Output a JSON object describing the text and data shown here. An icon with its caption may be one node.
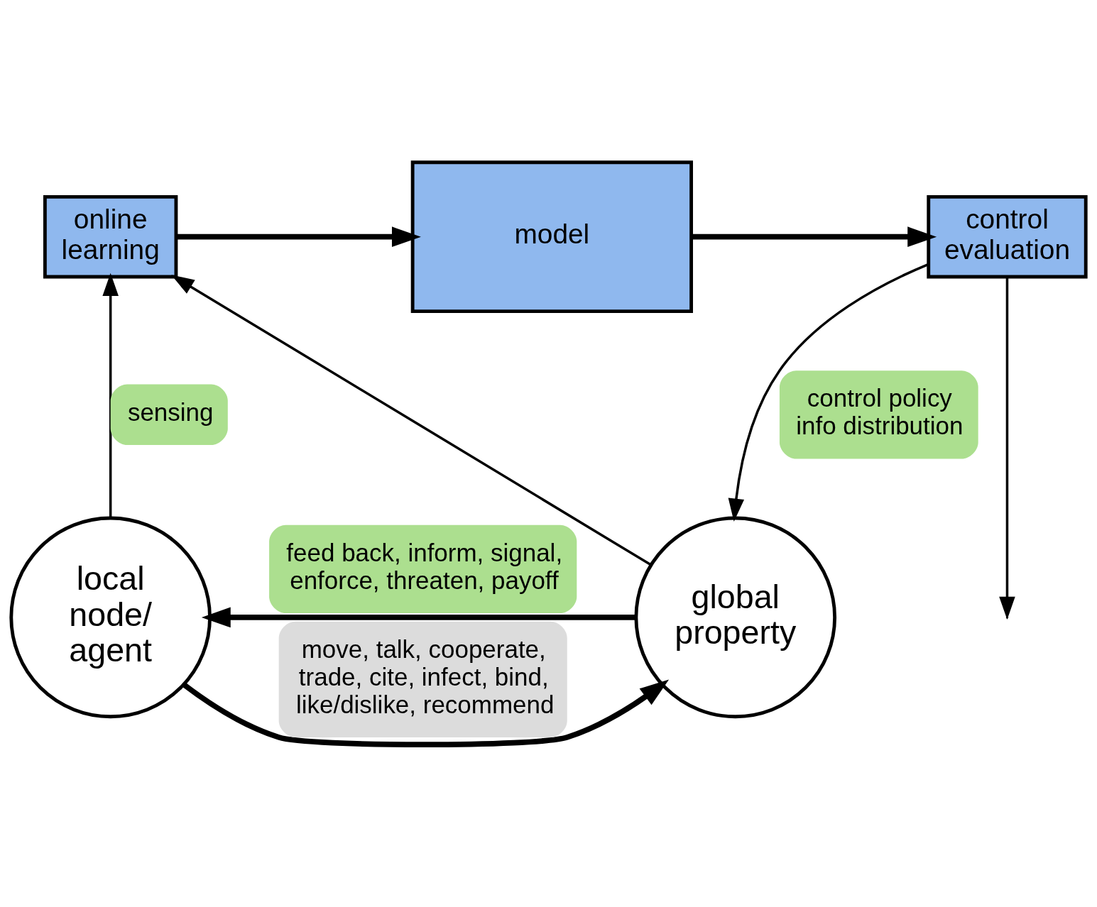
{
  "diagram": {
    "nodes": [
      {
        "text": [
          "online learning"
        ]
      },
      {
        "text": [
          "model"
        ]
      },
      {
        "text": [
          "control evaluation"
        ]
      },
      {
        "text": [
          "local node/ agent"
        ]
      },
      {
        "text": [
          "global property"
        ]
      }
    ],
    "edges": [
      {
        "from": 0,
        "to": 1,
        "arrow": "to",
        "style": "thick"
      },
      {
        "from": 1,
        "to": 2,
        "arrow": "to",
        "style": "thick"
      },
      {
        "from": 3,
        "to": 0,
        "arrow": "to",
        "label": "sensing"
      },
      {
        "from": 4,
        "to": 0,
        "arrow": "to"
      },
      {
        "from": 2,
        "to": 4,
        "arrow": "to",
        "label": "control policy info distribution"
      },
      {
        "from": 2,
        "to": null,
        "arrow": "to"
      },
      {
        "from": 3,
        "to": 4,
        "arrow": "to",
        "style": "thick",
        "label": "move, talk, cooperate, trade, cite, infect, bind, like/dislike, recommend"
      },
      {
        "from": 4,
        "to": 3,
        "arrow": "to",
        "style": "thick",
        "label": "feed back, inform, signal, enforce, threaten, payoff"
      }
    ]
  }
}
